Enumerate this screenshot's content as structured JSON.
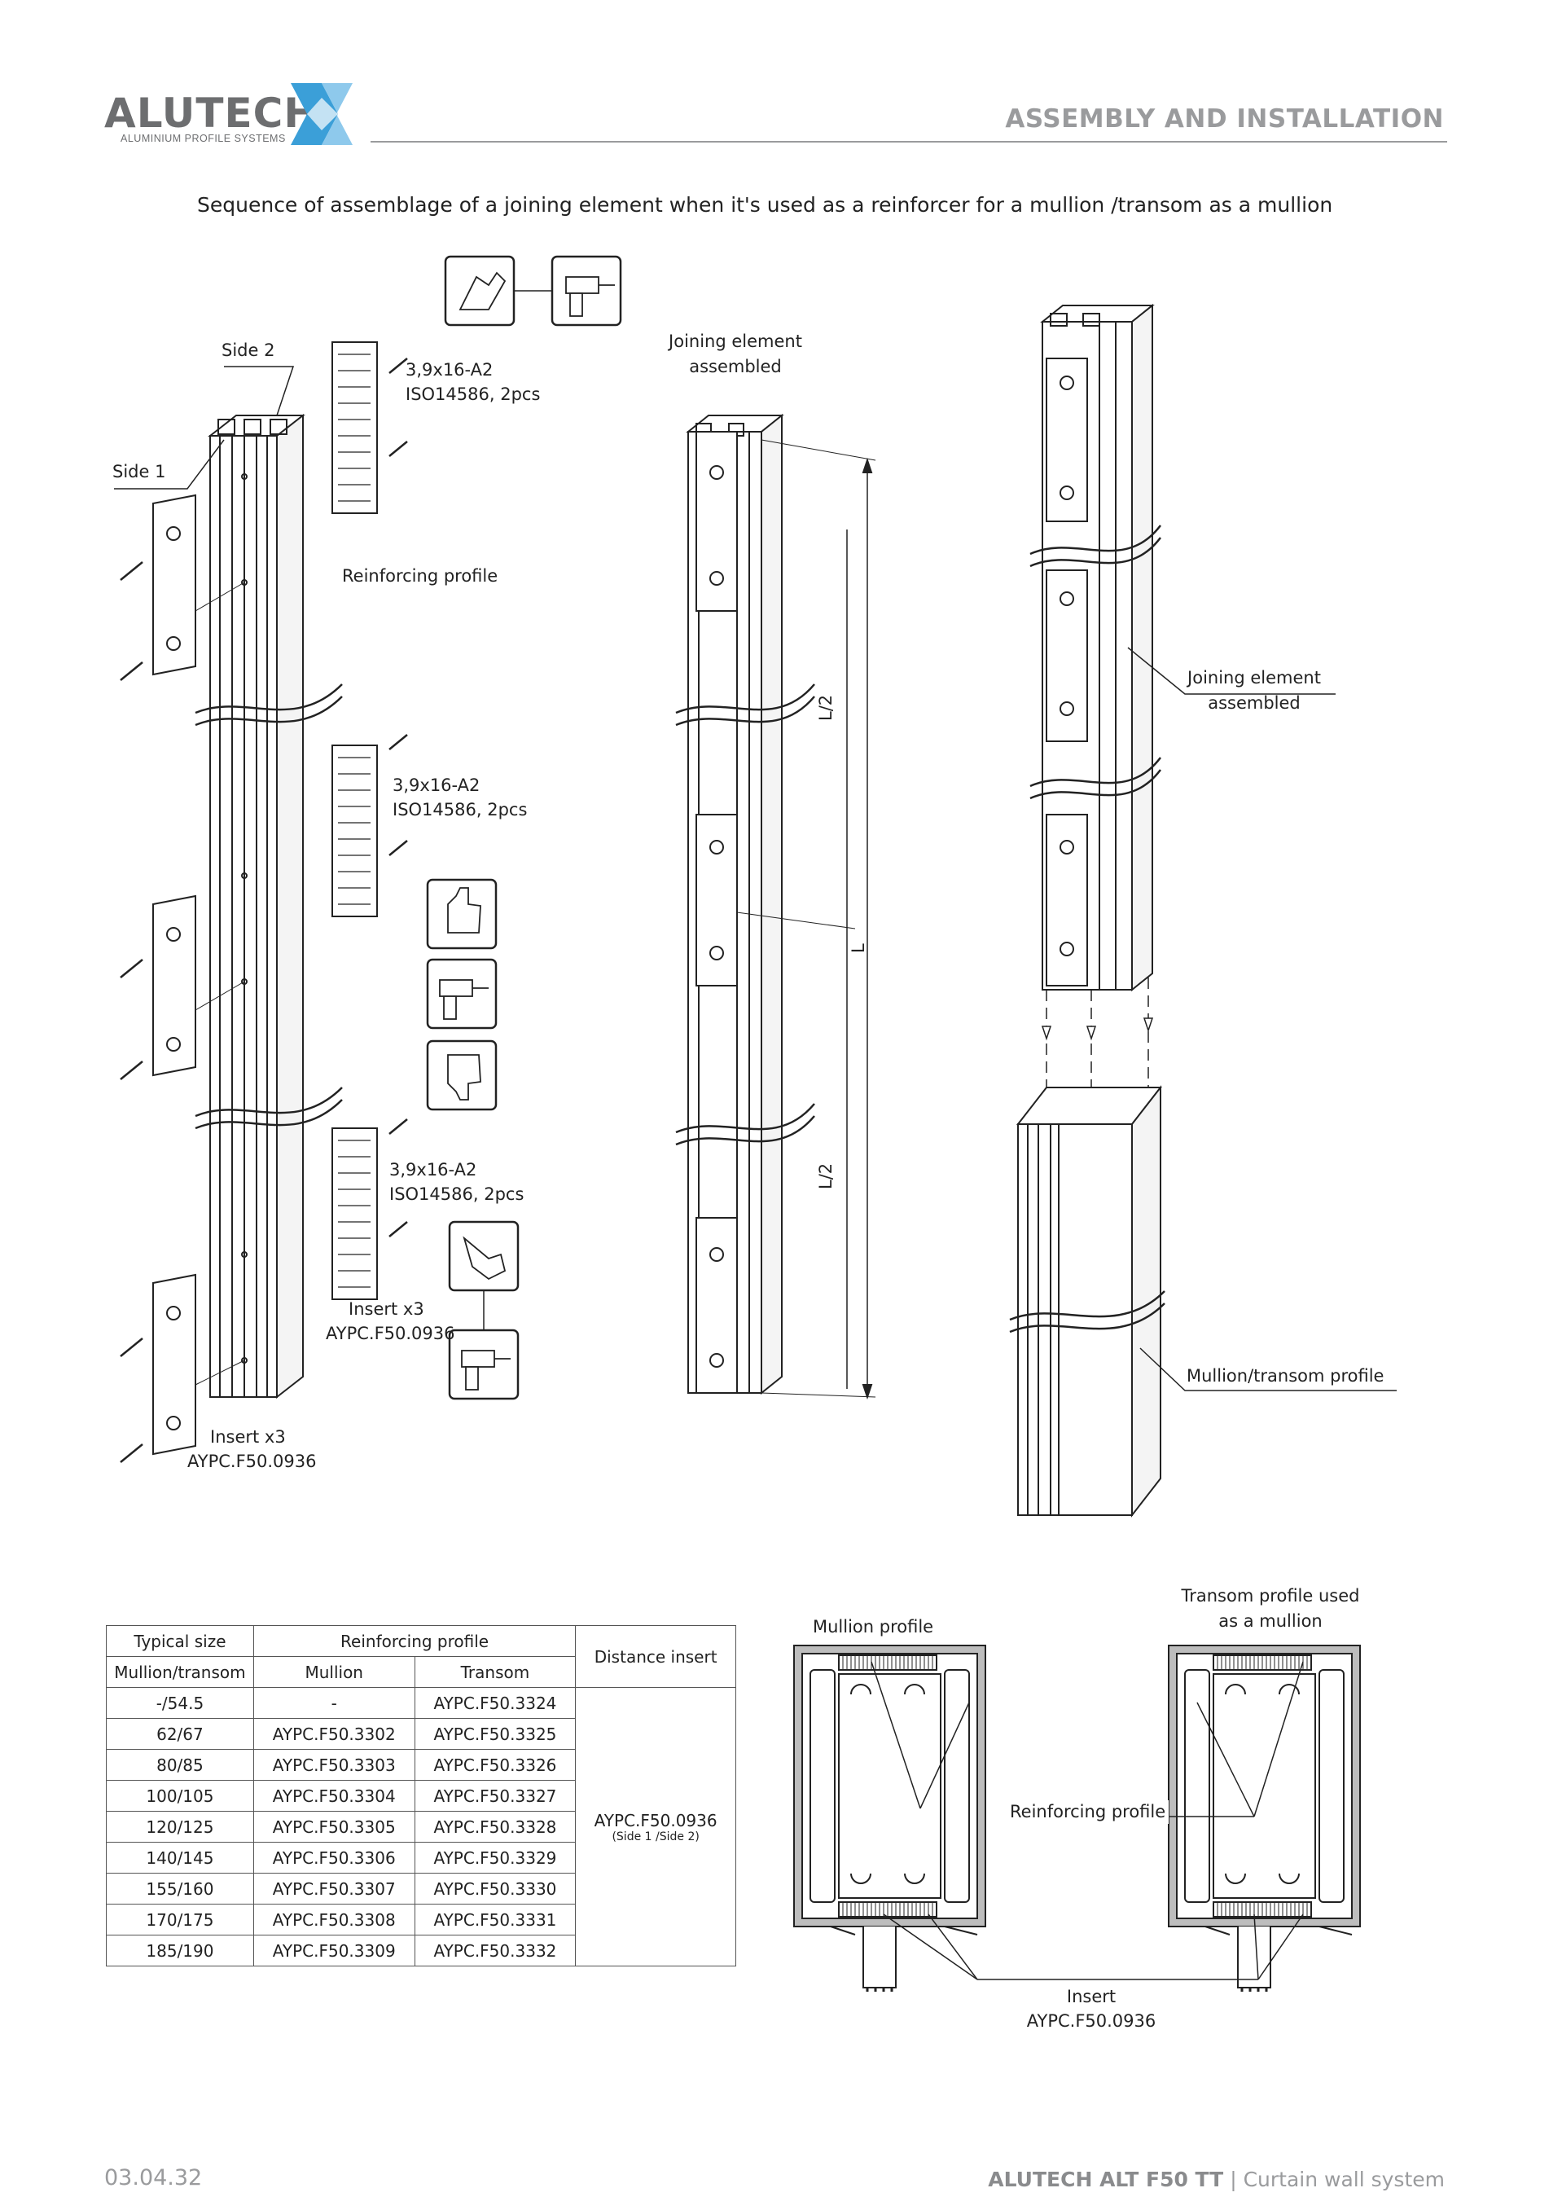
{
  "header": {
    "logo_text": "ALUTECH",
    "logo_subtitle": "ALUMINIUM PROFILE SYSTEMS",
    "section_title": "ASSEMBLY AND INSTALLATION"
  },
  "caption": "Sequence of assemblage of a joining element when it's used as a reinforcer for a mullion /transom as a mullion",
  "diagram_left": {
    "side2": "Side 2",
    "side1": "Side 1",
    "screw1_line1": "3,9x16-A2",
    "screw1_line2": "ISO14586, 2pcs",
    "reinforcing_profile": "Reinforcing profile",
    "screw2_line1": "3,9x16-A2",
    "screw2_line2": "ISO14586, 2pcs",
    "screw3_line1": "3,9x16-A2",
    "screw3_line2": "ISO14586, 2pcs",
    "insert_mid_line1": "Insert x3",
    "insert_mid_line2": "AYPC.F50.0936",
    "insert_bottom_line1": "Insert x3",
    "insert_bottom_line2": "AYPC.F50.0936"
  },
  "diagram_middle": {
    "label_line1": "Joining element",
    "label_line2": "assembled",
    "dim_half_top": "L/2",
    "dim_full": "L",
    "dim_half_bottom": "L/2"
  },
  "diagram_right": {
    "joining_line1": "Joining element",
    "joining_line2": "assembled",
    "mullion_transom_profile": "Mullion/transom profile"
  },
  "table": {
    "h_typical_size": "Typical size",
    "h_reinforcing_profile": "Reinforcing profile",
    "h_distance_insert": "Distance insert",
    "h_mullion_transom": "Mullion/transom",
    "h_mullion": "Mullion",
    "h_transom": "Transom",
    "rows": [
      [
        "-/54.5",
        "-",
        "AYPC.F50.3324"
      ],
      [
        "62/67",
        "AYPC.F50.3302",
        "AYPC.F50.3325"
      ],
      [
        "80/85",
        "AYPC.F50.3303",
        "AYPC.F50.3326"
      ],
      [
        "100/105",
        "AYPC.F50.3304",
        "AYPC.F50.3327"
      ],
      [
        "120/125",
        "AYPC.F50.3305",
        "AYPC.F50.3328"
      ],
      [
        "140/145",
        "AYPC.F50.3306",
        "AYPC.F50.3329"
      ],
      [
        "155/160",
        "AYPC.F50.3307",
        "AYPC.F50.3330"
      ],
      [
        "170/175",
        "AYPC.F50.3308",
        "AYPC.F50.3331"
      ],
      [
        "185/190",
        "AYPC.F50.3309",
        "AYPC.F50.3332"
      ]
    ],
    "distance_insert_value": "AYPC.F50.0936",
    "distance_insert_note": "(Side 1 /Side 2)"
  },
  "section_diagram": {
    "mullion_profile": "Mullion profile",
    "transom_line1": "Transom profile used",
    "transom_line2": "as a mullion",
    "reinforcing_profile": "Reinforcing profile",
    "insert_line1": "Insert",
    "insert_line2": "AYPC.F50.0936"
  },
  "footer": {
    "page_number": "03.04.32",
    "product_bold": "ALUTECH ALT F50 TT",
    "product_rest": " | Curtain wall system"
  },
  "colors": {
    "logo_blue": "#3b9fd8",
    "logo_gray": "#6d6e70",
    "header_gray": "#9a9b9d"
  }
}
